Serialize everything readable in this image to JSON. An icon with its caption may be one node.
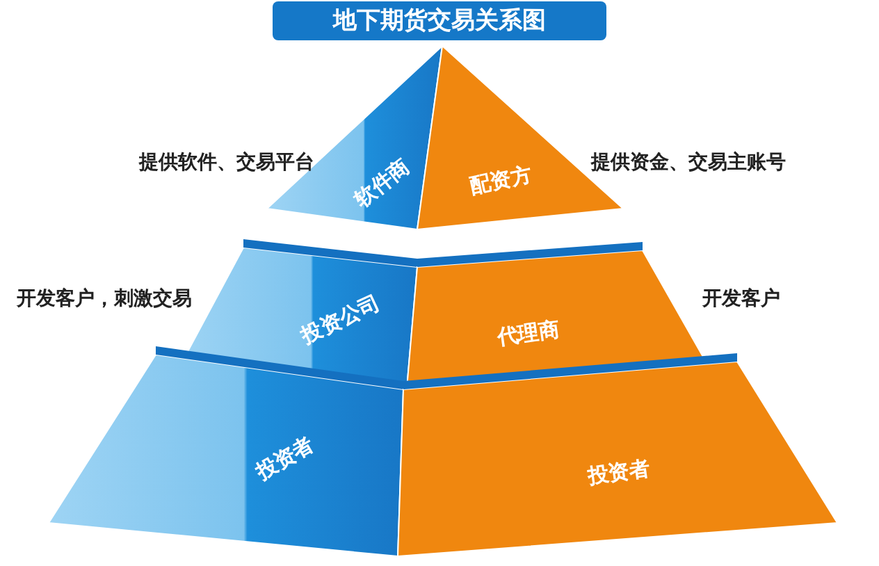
{
  "diagram": {
    "title": "地下期货交易关系图",
    "nodes": [
      {
        "text": [
          "软件商"
        ],
        "beside": [
          "提供软件、交易平台"
        ]
      },
      {
        "text": [
          "配资方"
        ],
        "beside": [
          "提供资金、交易主账号"
        ]
      },
      {
        "text": [
          "投资公司"
        ],
        "beside": [
          "开发客户，刺激交易"
        ]
      },
      {
        "text": [
          "代理商"
        ],
        "beside": [
          "开发客户"
        ]
      },
      {
        "text": [
          "投资者"
        ]
      },
      {
        "text": [
          "投资者"
        ]
      }
    ]
  }
}
